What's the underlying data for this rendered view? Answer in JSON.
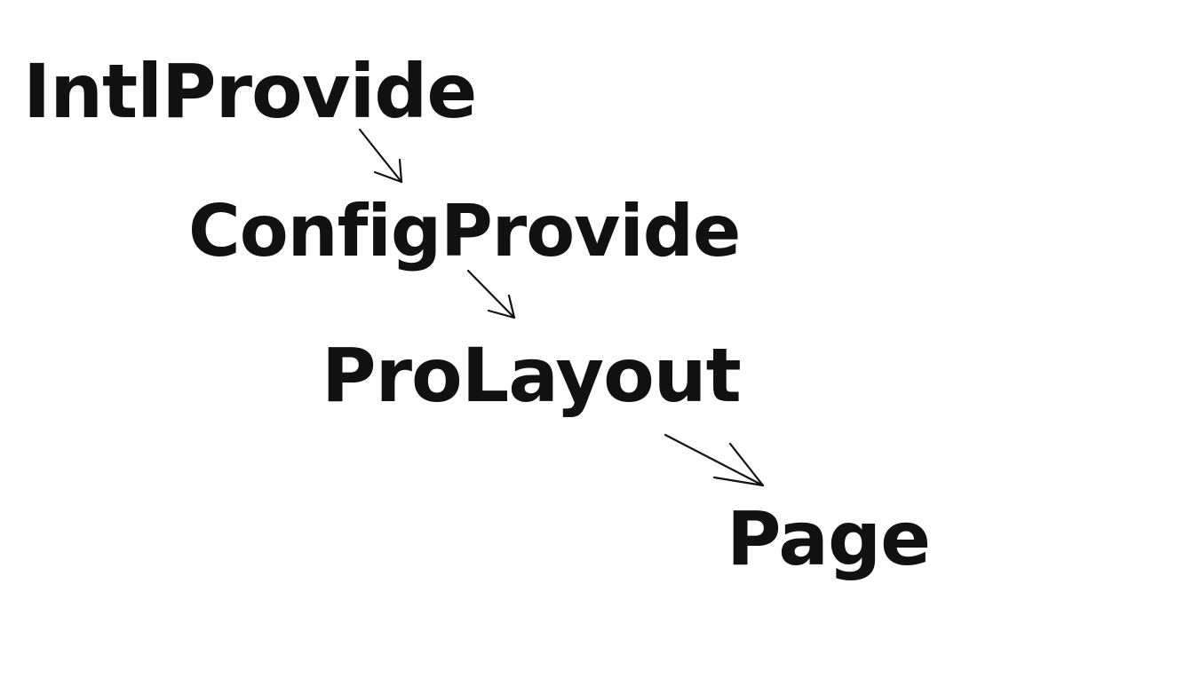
{
  "diagram": {
    "nodes": [
      {
        "id": "intl",
        "label": "IntlProvide"
      },
      {
        "id": "config",
        "label": "ConfigProvide"
      },
      {
        "id": "layout",
        "label": "ProLayout"
      },
      {
        "id": "page",
        "label": "Page"
      }
    ],
    "edges": [
      {
        "from": "intl",
        "to": "config"
      },
      {
        "from": "config",
        "to": "layout"
      },
      {
        "from": "layout",
        "to": "page"
      }
    ]
  }
}
